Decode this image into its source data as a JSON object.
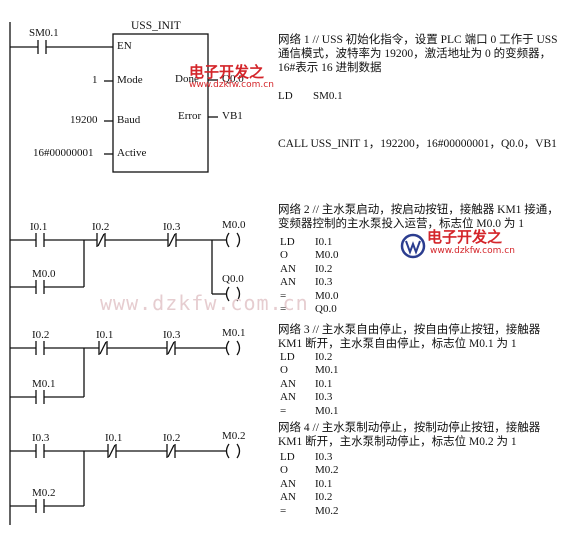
{
  "uss_block": {
    "title": "USS_INIT",
    "en": "EN",
    "mode": "Mode",
    "baud": "Baud",
    "active": "Active",
    "done": "Done",
    "error": "Error",
    "in_en": "SM0.1",
    "in_mode": "1",
    "in_baud": "19200",
    "in_active": "16#00000001",
    "out_done": "Q0.0",
    "out_error": "VB1"
  },
  "rung2": {
    "c1": "I0.1",
    "c2": "I0.2",
    "c3": "I0.3",
    "coil1": "M0.0",
    "par": "M0.0",
    "coil2": "Q0.0"
  },
  "rung3": {
    "c1": "I0.2",
    "c2": "I0.1",
    "c3": "I0.3",
    "coil": "M0.1",
    "par": "M0.1"
  },
  "rung4": {
    "c1": "I0.3",
    "c2": "I0.1",
    "c3": "I0.2",
    "coil": "M0.2",
    "par": "M0.2"
  },
  "network1": {
    "line1": "网络 1 // USS 初始化指令，设置 PLC 端口 0 工作于 USS",
    "line2": "通信模式，波特率为 19200，激活地址为 0 的变频器，",
    "line3": "16#表示 16 进制数据",
    "il1_op": "LD",
    "il1_arg": "SM0.1",
    "call": "CALL USS_INIT 1，192200，16#00000001，Q0.0，VB1"
  },
  "network2": {
    "line1": "网络 2 // 主水泵启动，按启动按钮，接触器 KM1 接通，",
    "line2": "变频器控制的主水泵投入运营，标志位 M0.0 为 1",
    "il": [
      {
        "op": "LD",
        "arg": "I0.1"
      },
      {
        "op": "O",
        "arg": "M0.0"
      },
      {
        "op": "AN",
        "arg": "I0.2"
      },
      {
        "op": "AN",
        "arg": "I0.3"
      },
      {
        "op": "=",
        "arg": "M0.0"
      },
      {
        "op": "=",
        "arg": "Q0.0"
      }
    ]
  },
  "network3": {
    "line1": "网络 3 // 主水泵自由停止，按自由停止按钮，接触器",
    "line2": "KM1 断开，主水泵自由停止，标志位 M0.1 为 1",
    "il": [
      {
        "op": "LD",
        "arg": "I0.2"
      },
      {
        "op": "O",
        "arg": "M0.1"
      },
      {
        "op": "AN",
        "arg": "I0.1"
      },
      {
        "op": "AN",
        "arg": "I0.3"
      },
      {
        "op": "=",
        "arg": "M0.1"
      }
    ]
  },
  "network4": {
    "line1": "网络 4 // 主水泵制动停止，按制动停止按钮，接触器",
    "line2": "KM1 断开，主水泵制动停止，标志位 M0.2 为 1",
    "il": [
      {
        "op": "LD",
        "arg": "I0.3"
      },
      {
        "op": "O",
        "arg": "M0.2"
      },
      {
        "op": "AN",
        "arg": "I0.1"
      },
      {
        "op": "AN",
        "arg": "I0.2"
      },
      {
        "op": "=",
        "arg": "M0.2"
      }
    ]
  },
  "watermark": {
    "brand": "电子开发之",
    "url": "www.dzkfw.com.cn",
    "big_url": "www.dzkfw.com.cn",
    "brand2": "电子开发之",
    "url2": "www.dzkfw.com.cn"
  },
  "colors": {
    "watermark_red": "#d4252a",
    "watermark_light": "#e6cdd0",
    "ink": "#111111"
  }
}
